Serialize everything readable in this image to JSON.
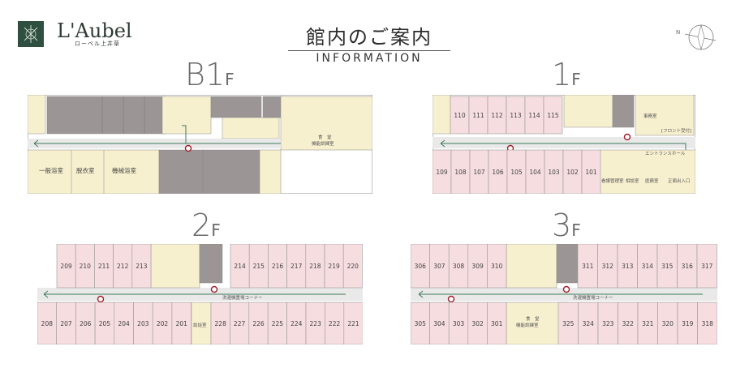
{
  "brand": {
    "name": "L'Aubel",
    "sub": "ローベル上井草"
  },
  "header": {
    "title": "館内のご案内",
    "subtitle": "INFORMATION"
  },
  "colors": {
    "room": "#f6dde0",
    "amenity": "#f7f0cf",
    "service": "#9c9595",
    "corridor": "#e9e9e9",
    "border": "#8a8a8a",
    "arrow": "#3f7a5a",
    "marker": "#a01e2a"
  },
  "icons": [
    "compass-icon",
    "elevator-icon",
    "emergency-exit-icon",
    "accessible-toilet-icon",
    "toilet-icon",
    "current-location-icon",
    "route-arrow-icon"
  ],
  "floors": {
    "b1": {
      "label": "B1",
      "suffix": "F",
      "labels": {
        "bath": "一般浴室",
        "dressing": "脱衣室",
        "machine": "機械浴室",
        "dining": "食　堂",
        "training": "機能訓練室"
      }
    },
    "f1": {
      "label": "1",
      "suffix": "F",
      "rooms_top": [
        "110",
        "111",
        "112",
        "113",
        "114",
        "115"
      ],
      "rooms_bottom": [
        "109",
        "108",
        "107",
        "106",
        "105",
        "104",
        "103",
        "102",
        "101"
      ],
      "labels": {
        "office": "事務室",
        "front": "[フロント受付]",
        "entrance_hall": "エントランスホール",
        "nursing": "看護管理室",
        "staff_room": "相談室",
        "medical_room": "医務室",
        "main_entrance": "正面出入口"
      }
    },
    "f2": {
      "label": "2",
      "suffix": "F",
      "rooms_top_left": [
        "209",
        "210",
        "211",
        "212",
        "213"
      ],
      "rooms_top_right": [
        "214",
        "215",
        "216",
        "217",
        "218",
        "219",
        "220"
      ],
      "rooms_bottom_left": [
        "208",
        "207",
        "206",
        "205",
        "204",
        "203",
        "202",
        "201"
      ],
      "rooms_bottom_right": [
        "228",
        "227",
        "226",
        "225",
        "224",
        "223",
        "222",
        "221"
      ],
      "labels": {
        "talk": "談話室",
        "laundry": "洗濯機置場コーナー"
      }
    },
    "f3": {
      "label": "3",
      "suffix": "F",
      "rooms_top_left": [
        "306",
        "307",
        "308",
        "309",
        "310"
      ],
      "rooms_top_right": [
        "311",
        "312",
        "313",
        "314",
        "315",
        "316",
        "317"
      ],
      "rooms_bottom_left": [
        "305",
        "304",
        "303",
        "302",
        "301"
      ],
      "rooms_bottom_right": [
        "325",
        "324",
        "323",
        "322",
        "321",
        "320",
        "319",
        "318"
      ],
      "labels": {
        "dining": "食　堂",
        "training": "機能訓練室",
        "laundry": "洗濯機置場コーナー"
      }
    }
  }
}
